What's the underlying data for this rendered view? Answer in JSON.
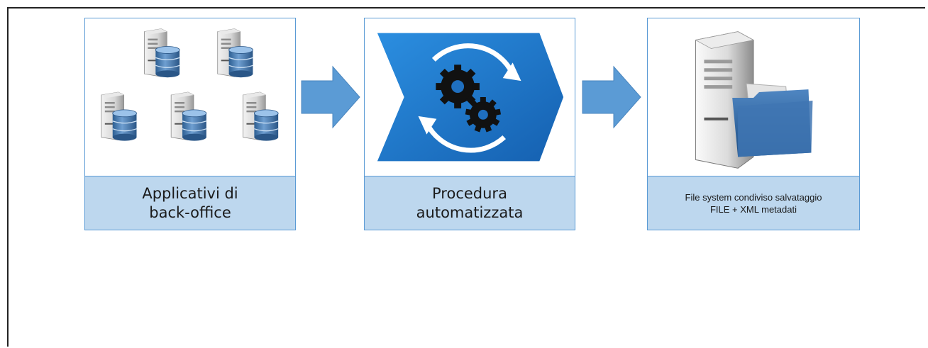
{
  "steps": [
    {
      "line1": "Applicativi di",
      "line2": "back-office",
      "icon": "database-servers-icon"
    },
    {
      "line1": "Procedura",
      "line2": "automatizzata",
      "icon": "gear-process-icon"
    },
    {
      "line1": "File system condiviso salvataggio",
      "line2": "FILE + XML metadati",
      "icon": "file-server-icon"
    }
  ],
  "colors": {
    "caption_fill": "#bdd7ee",
    "box_border": "#5b9bd5",
    "arrow": "#5b9bd5",
    "chevron": "#1f6fbf"
  }
}
